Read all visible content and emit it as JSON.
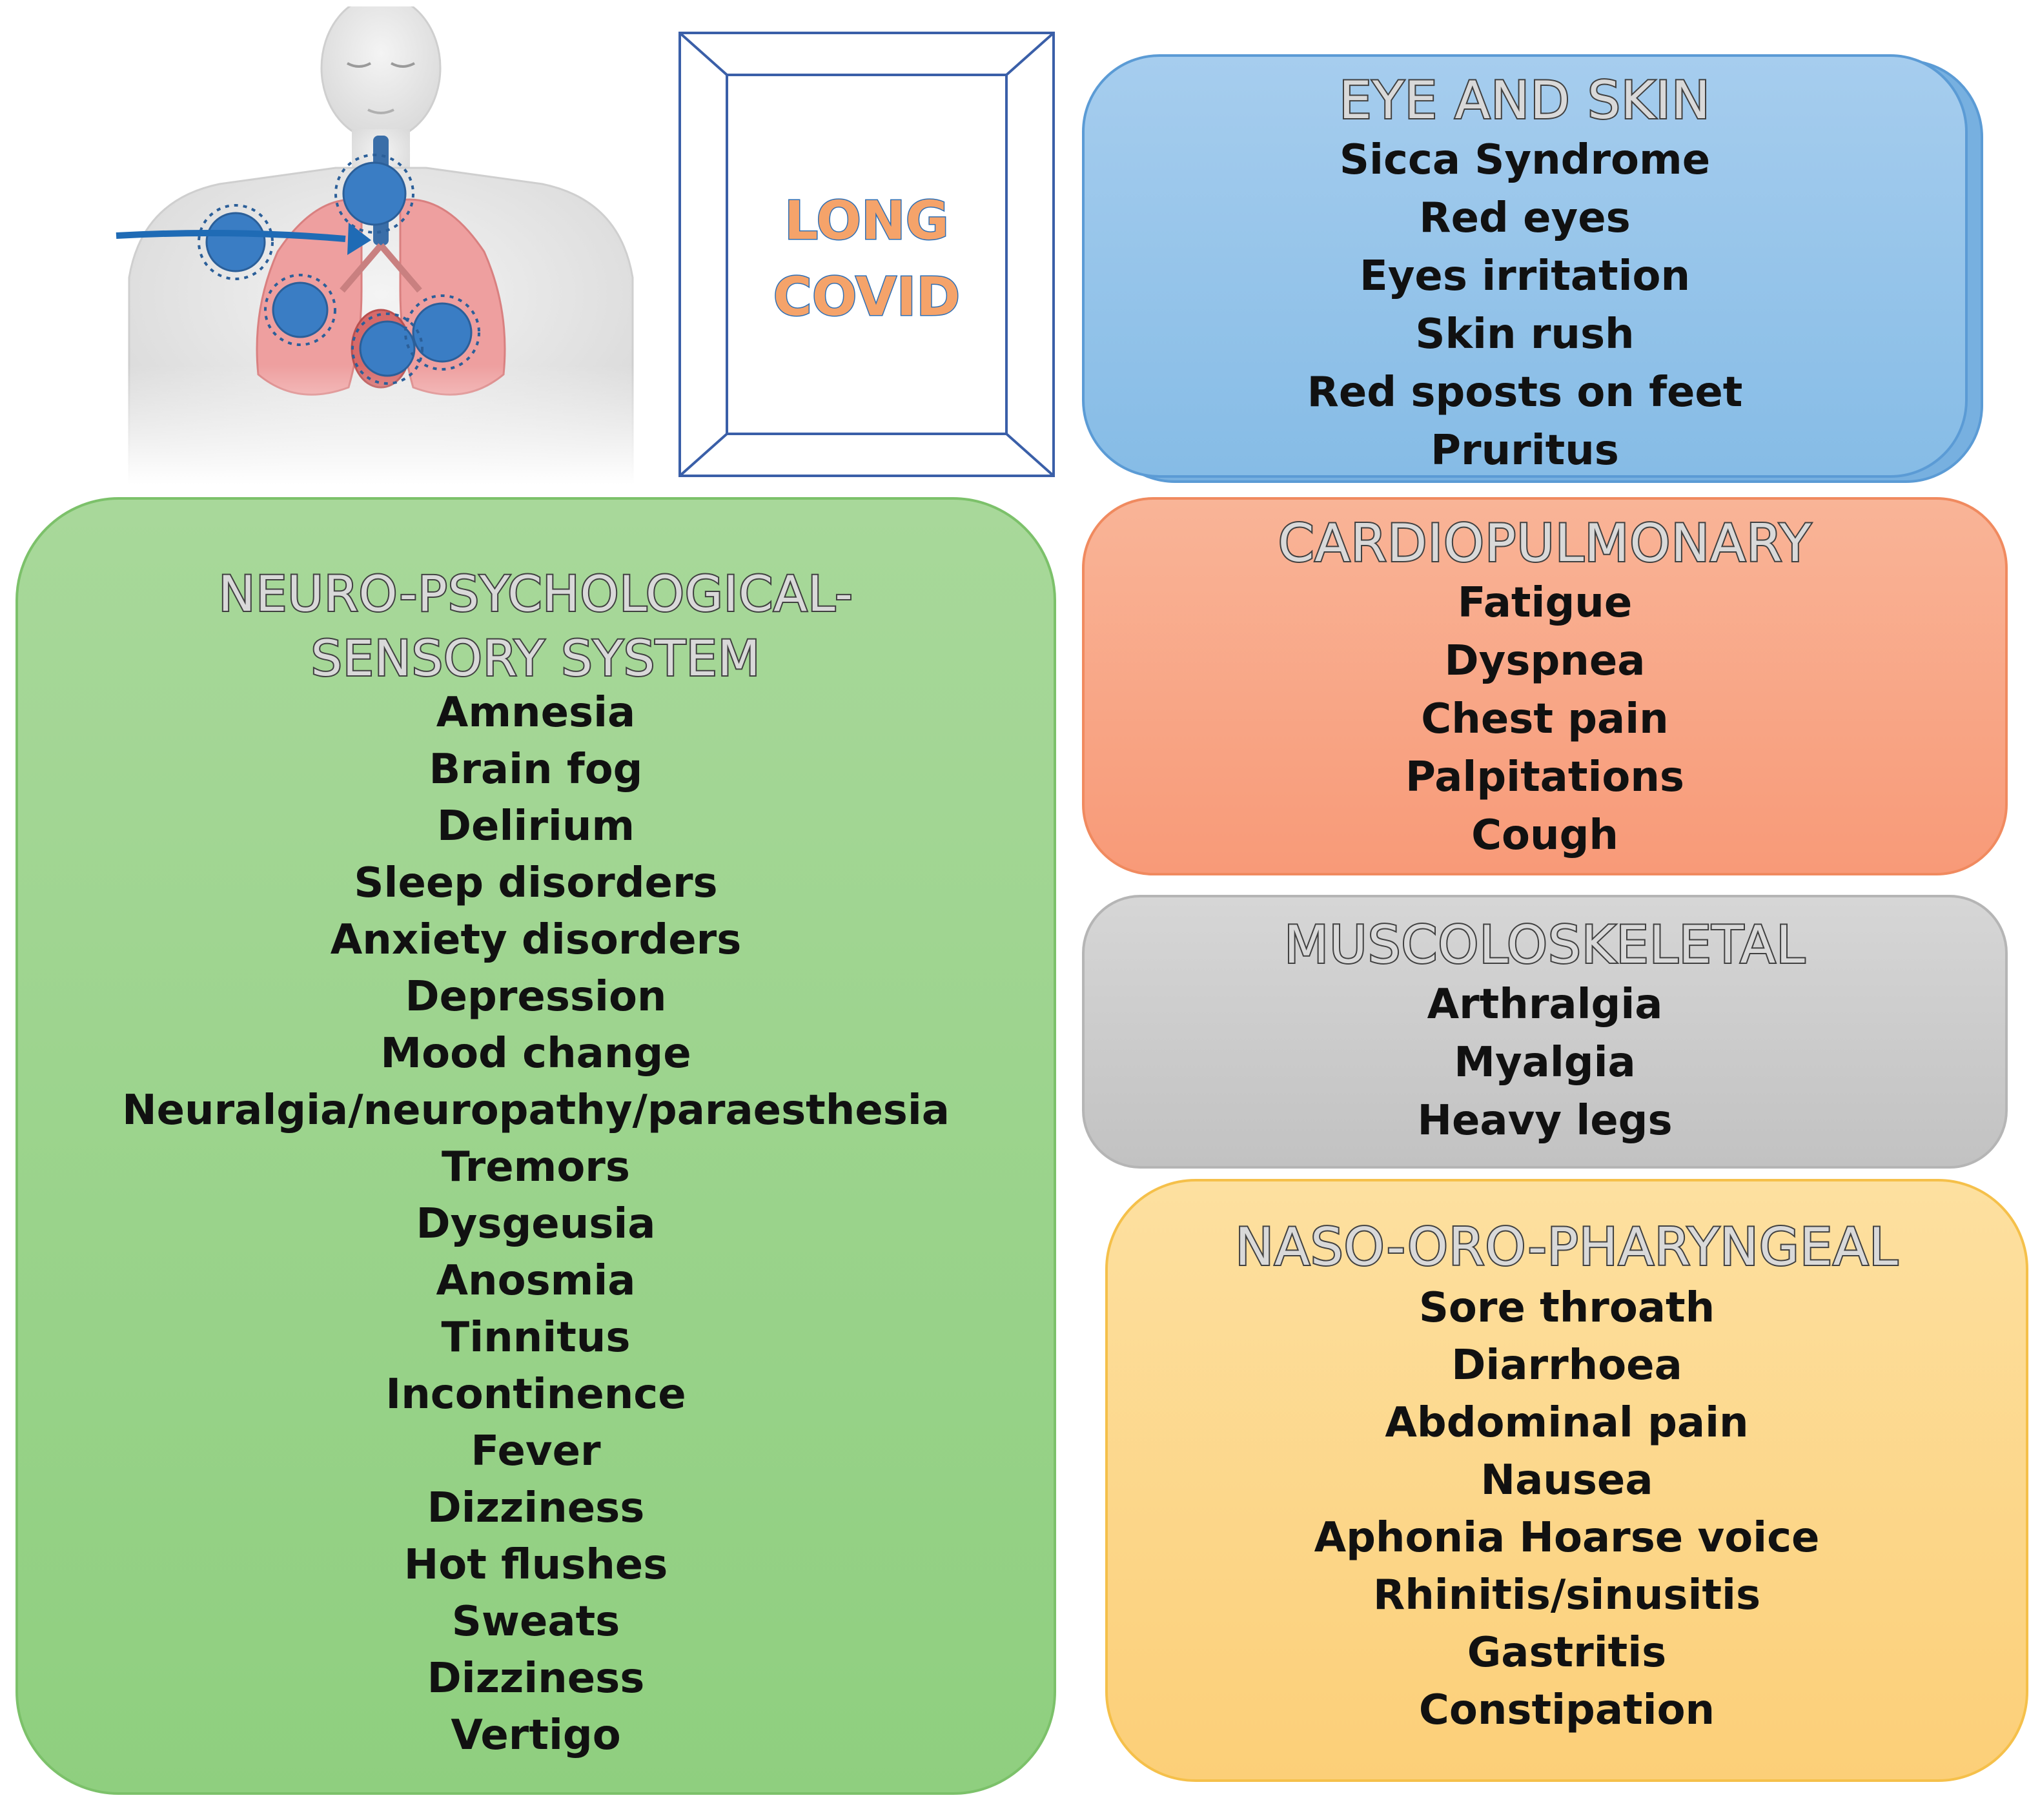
{
  "title": {
    "line1": "LONG",
    "line2": "COVID"
  },
  "colors": {
    "title_fill": "#f5a36a",
    "title_stroke": "#2e6fb5",
    "frame": "#3a5fa8",
    "eye_skin_fill": "#8ec0e6",
    "cardio_fill": "#f8a585",
    "musculo_fill": "#cccccc",
    "naso_fill": "#fcd78a",
    "neuro_fill": "#9fd48e",
    "virus": "#3a7dc4",
    "lungs": "#e59a9a"
  },
  "illustration": {
    "icons": [
      "human-torso-icon",
      "lungs-icon",
      "virus-icon",
      "arrow-icon"
    ]
  },
  "categories": {
    "eye_skin": {
      "heading": "EYE AND SKIN",
      "items": [
        "Sicca Syndrome",
        "Red eyes",
        "Eyes irritation",
        "Skin rush",
        "Red sposts on feet",
        "Pruritus"
      ]
    },
    "cardiopulmonary": {
      "heading": "CARDIOPULMONARY",
      "items": [
        "Fatigue",
        "Dyspnea",
        "Chest pain",
        "Palpitations",
        "Cough"
      ]
    },
    "musculoskeletal": {
      "heading": "MUSCOLOSKELETAL",
      "items": [
        "Arthralgia",
        "Myalgia",
        "Heavy legs"
      ]
    },
    "naso_oro_pharyngeal": {
      "heading": "NASO-ORO-PHARYNGEAL",
      "items": [
        "Sore throath",
        "Diarrhoea",
        "Abdominal pain",
        "Nausea",
        "Aphonia Hoarse voice",
        "Rhinitis/sinusitis",
        "Gastritis",
        "Constipation"
      ]
    },
    "neuro": {
      "heading_line1": "NEURO-PSYCHOLOGICAL-",
      "heading_line2": "SENSORY SYSTEM",
      "items": [
        "Amnesia",
        "Brain fog",
        "Delirium",
        "Sleep disorders",
        "Anxiety disorders",
        "Depression",
        "Mood change",
        "Neuralgia/neuropathy/paraesthesia",
        "Tremors",
        "Dysgeusia",
        "Anosmia",
        "Tinnitus",
        "Incontinence",
        "Fever",
        "Dizziness",
        "Hot flushes",
        "Sweats",
        "Dizziness",
        "Vertigo"
      ]
    }
  }
}
